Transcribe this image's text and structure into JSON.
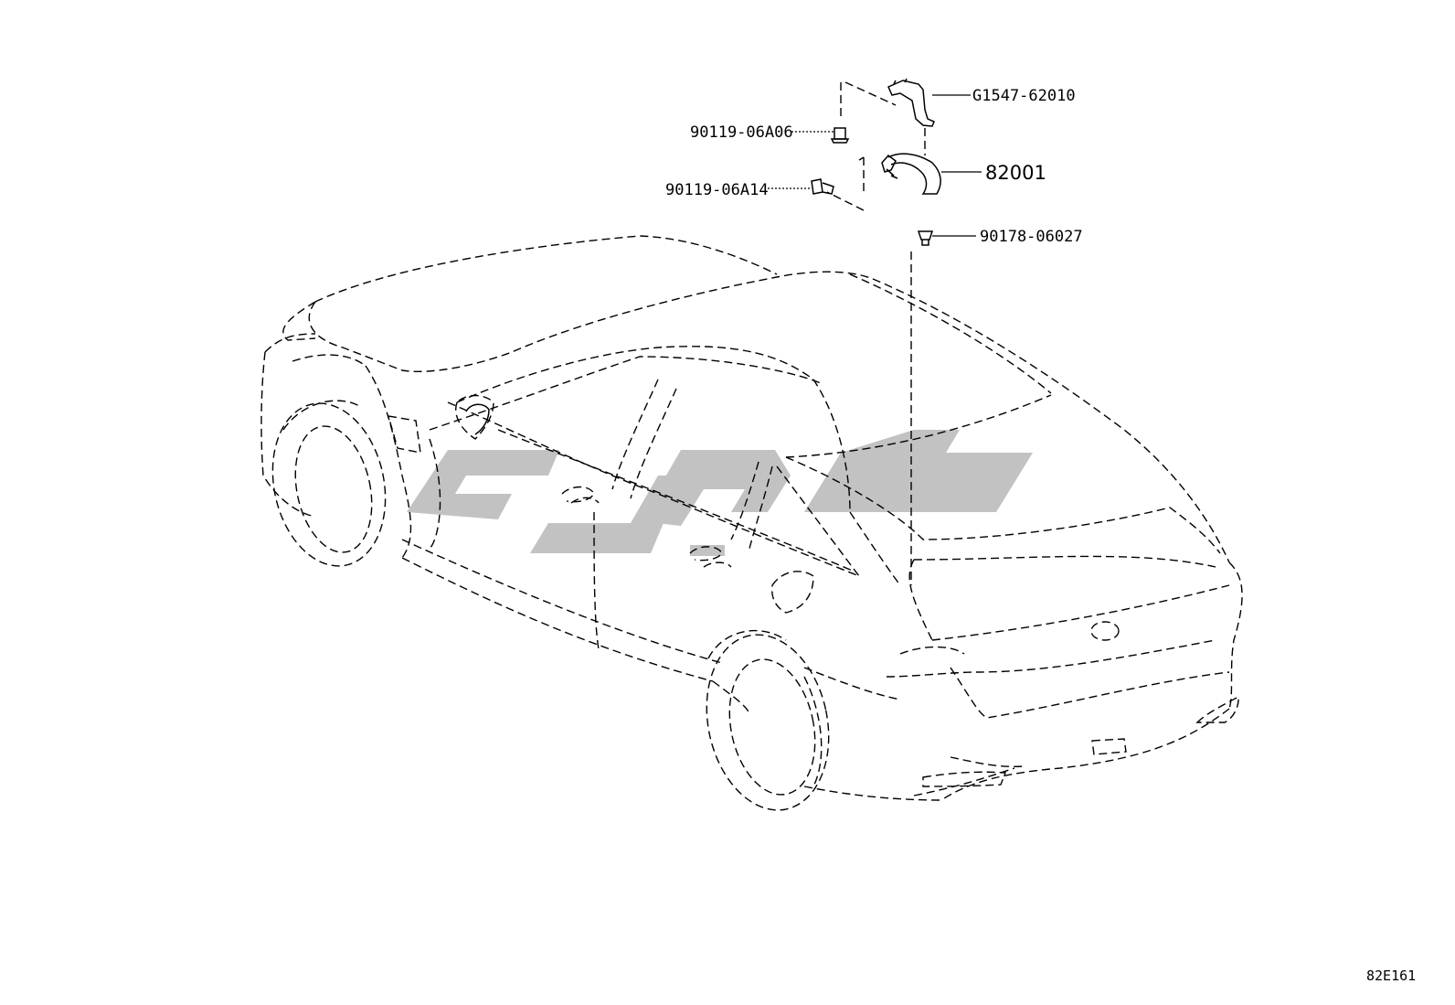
{
  "diagram": {
    "parts": [
      {
        "id": "bracket",
        "number": "G1547-62010"
      },
      {
        "id": "screw-upper",
        "number": "90119-06A06"
      },
      {
        "id": "harness",
        "number": "82001"
      },
      {
        "id": "screw-lower",
        "number": "90119-06A14"
      },
      {
        "id": "clip",
        "number": "90178-06027"
      }
    ],
    "diagram_id": "82E161"
  }
}
